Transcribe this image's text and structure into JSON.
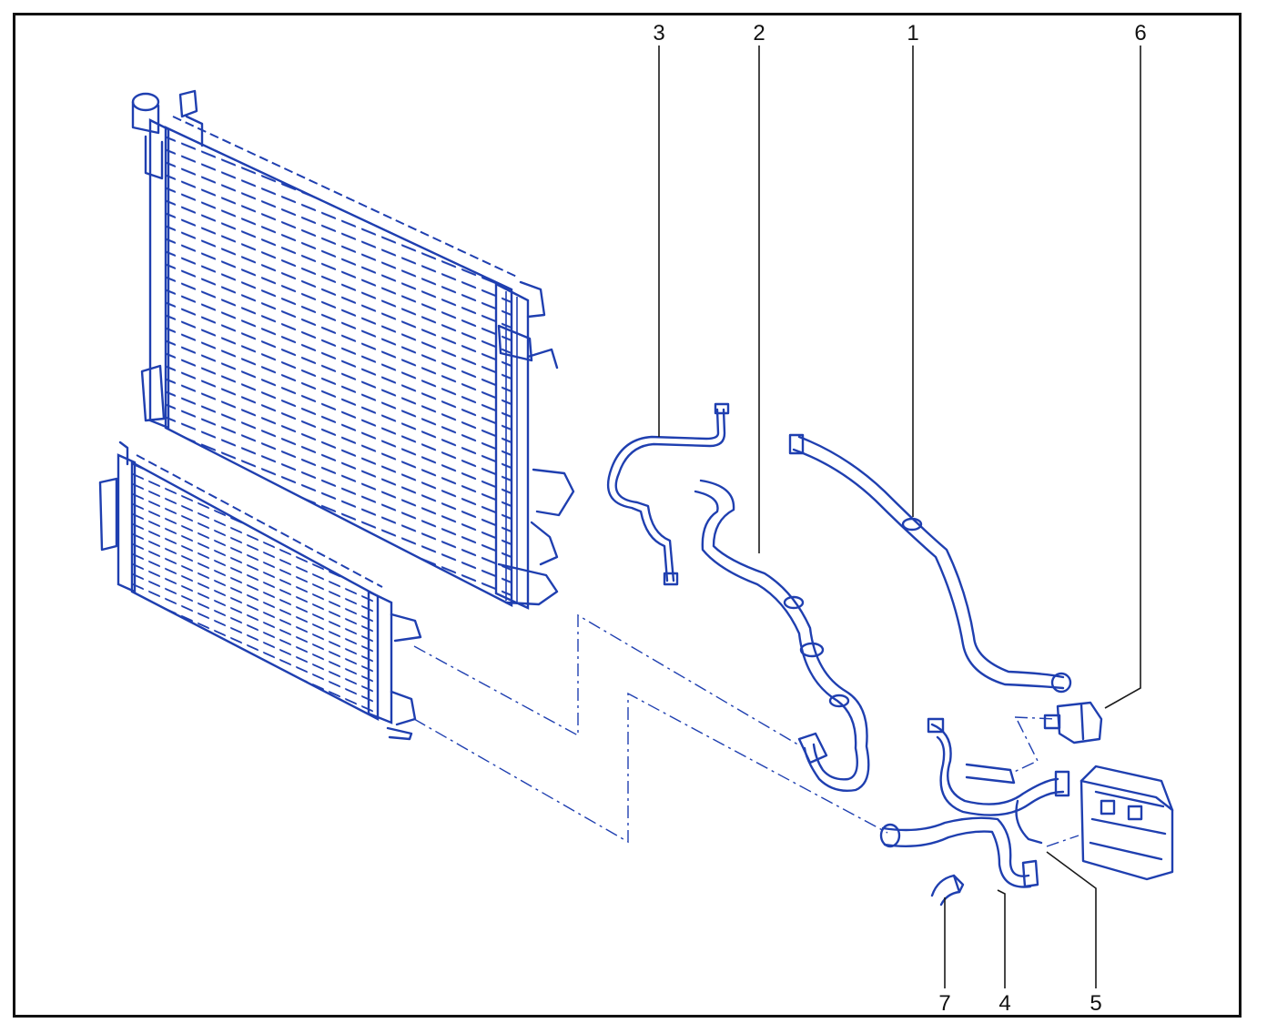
{
  "callouts": [
    {
      "id": "1",
      "label": "1"
    },
    {
      "id": "2",
      "label": "2"
    },
    {
      "id": "3",
      "label": "3"
    },
    {
      "id": "4",
      "label": "4"
    },
    {
      "id": "5",
      "label": "5"
    },
    {
      "id": "6",
      "label": "6"
    },
    {
      "id": "7",
      "label": "7"
    }
  ],
  "colors": {
    "line_art": "#1f3fb0",
    "leader_lines": "#1a1a1a",
    "frame": "#111111",
    "background": "#ffffff"
  }
}
